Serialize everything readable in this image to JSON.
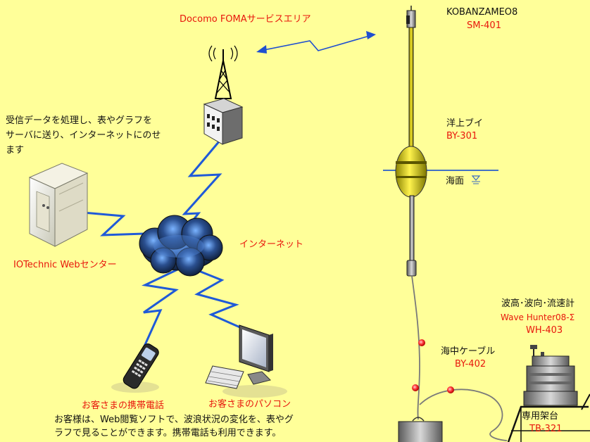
{
  "service_area": "Docomo FOMAサービスエリア",
  "description": {
    "line1": "受信データを処理し、表やグラフを",
    "line2": "サーバに送り、インターネットにのせ",
    "line3": "ます"
  },
  "web_center": "IOTechnic Webセンター",
  "internet": "インターネット",
  "customer_phone": "お客さまの携帯電話",
  "customer_pc": "お客さまのパソコン",
  "footer": {
    "line1": "お客様は、Web閲覧ソフトで、波浪状況の変化を、表やグ",
    "line2": "ラフで見ることができます。携帯電話も利用できます。"
  },
  "sensor": {
    "name": "KOBANZAMEO8",
    "model": "SM-401"
  },
  "buoy": {
    "name": "洋上ブイ",
    "model": "BY-301"
  },
  "sea_surface": "海面",
  "cable": {
    "name": "海中ケーブル",
    "model": "BY-402"
  },
  "meter": {
    "name": "波高･波向･流速計",
    "product": "Wave Hunter08-Σ",
    "model": "WH-403"
  },
  "mount": {
    "name": "専用架台",
    "model": "TB-321"
  },
  "colors": {
    "background": "#ffff99",
    "label_red": "#e8160c",
    "link_blue": "#1f4fd0",
    "sea_line": "#4472c4"
  }
}
